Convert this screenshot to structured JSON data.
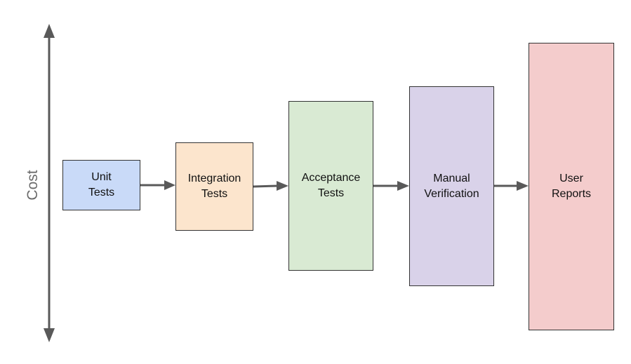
{
  "axis": {
    "label": "Cost",
    "color": "#595959"
  },
  "stages": [
    {
      "label": "Unit\nTests",
      "fill": "#c9daf8"
    },
    {
      "label": "Integration\nTests",
      "fill": "#fce5cd"
    },
    {
      "label": "Acceptance\nTests",
      "fill": "#d9ead3"
    },
    {
      "label": "Manual\nVerification",
      "fill": "#d9d2e9"
    },
    {
      "label": "User\nReports",
      "fill": "#f4cccc"
    }
  ]
}
